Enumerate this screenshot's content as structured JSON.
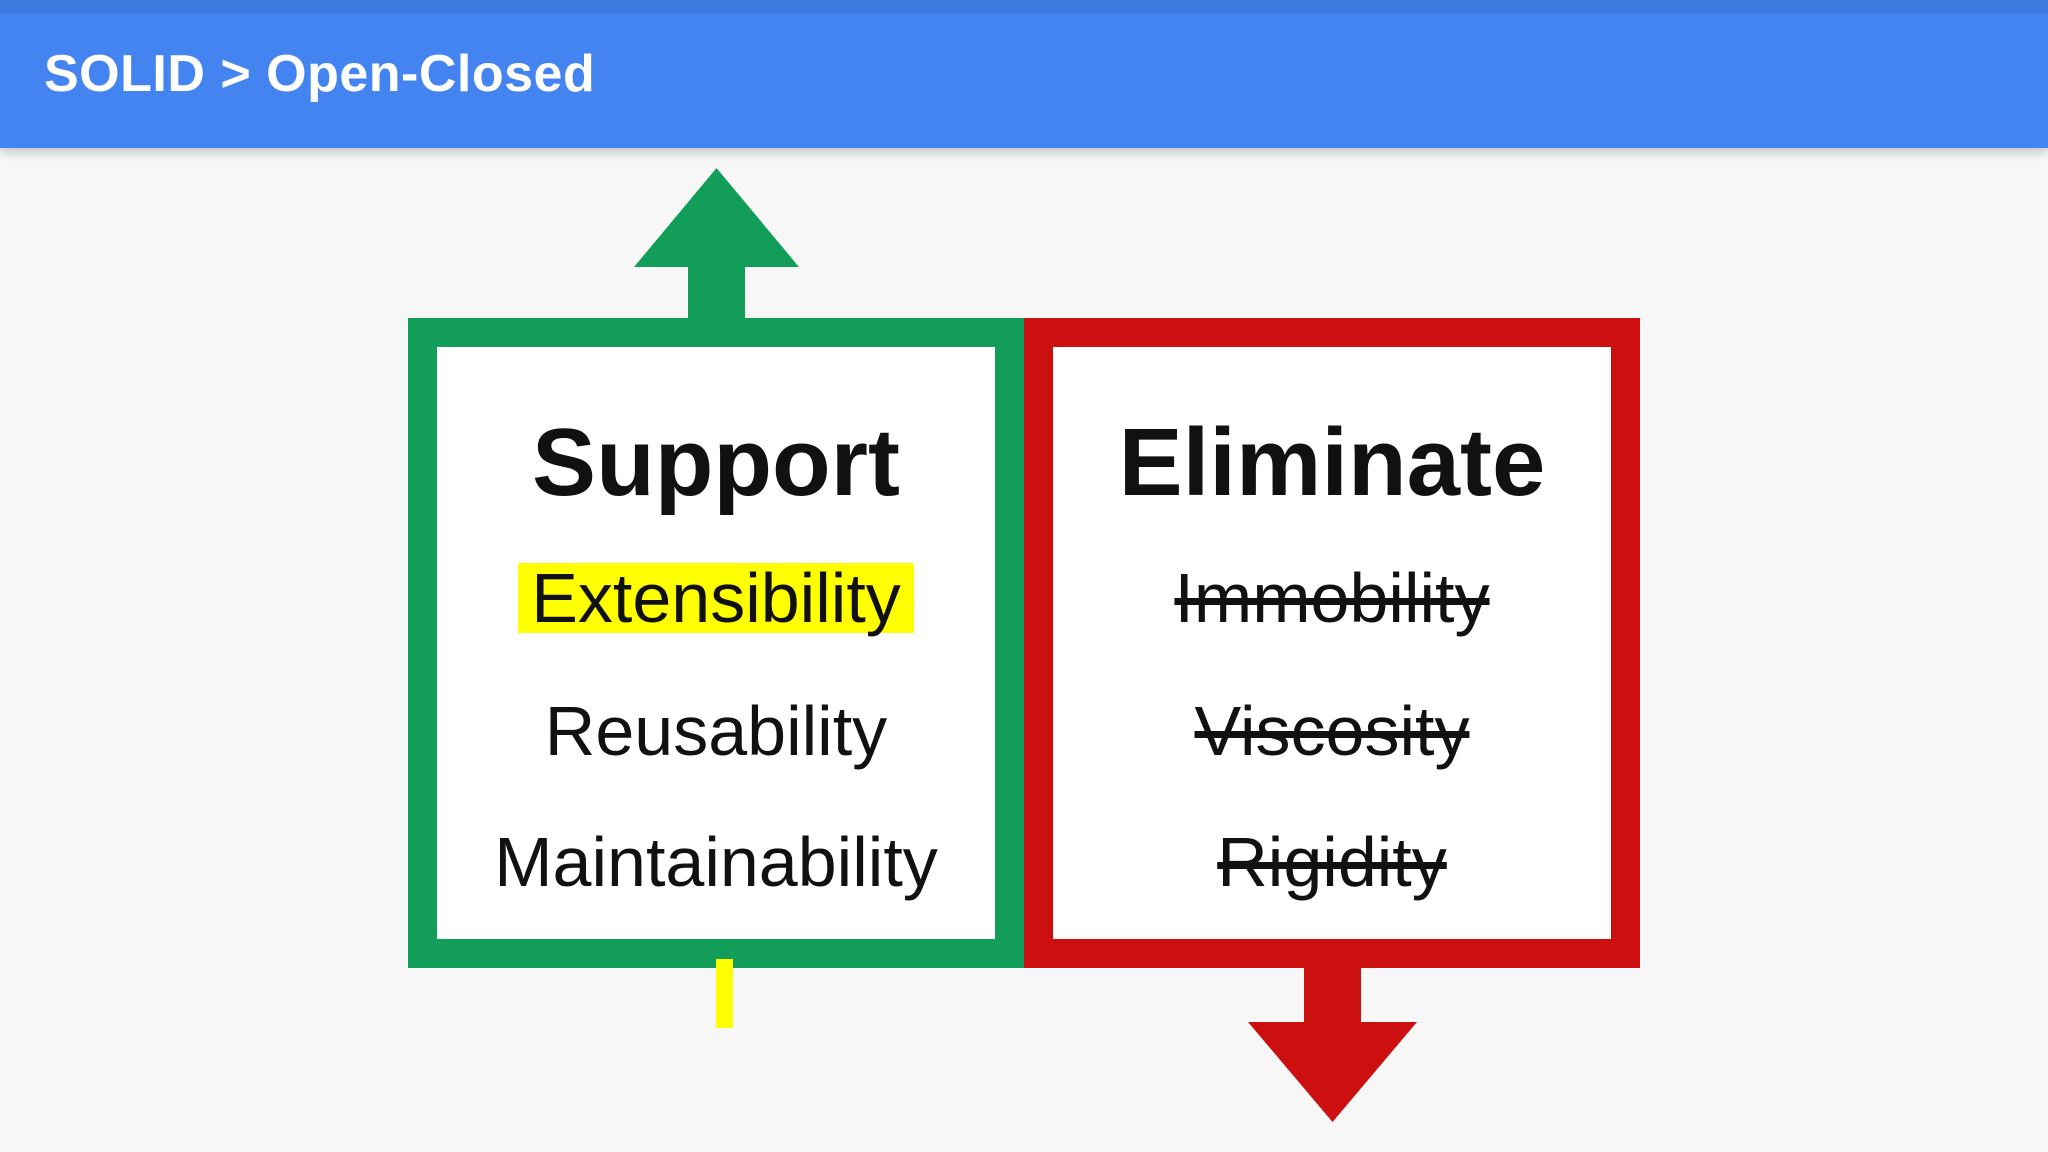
{
  "header": {
    "title": "SOLID > Open-Closed"
  },
  "boxes": {
    "support": {
      "title": "Support",
      "items": [
        {
          "label": "Extensibility",
          "style": "highlighted"
        },
        {
          "label": "Reusability",
          "style": "plain"
        },
        {
          "label": "Maintainability",
          "style": "plain"
        }
      ]
    },
    "eliminate": {
      "title": "Eliminate",
      "items": [
        {
          "label": "Immobility",
          "style": "struck"
        },
        {
          "label": "Viscosity",
          "style": "struck"
        },
        {
          "label": "Rigidity",
          "style": "struck"
        }
      ]
    }
  },
  "colors": {
    "header-blue": "#4484F0",
    "header-blue-dark": "#3B74D6",
    "green": "#129E58",
    "red": "#CC1010",
    "highlight-yellow": "#FFFF00",
    "page-bg": "#F7F7F7",
    "text-black": "#111111",
    "text-white": "#FFFFFF"
  }
}
